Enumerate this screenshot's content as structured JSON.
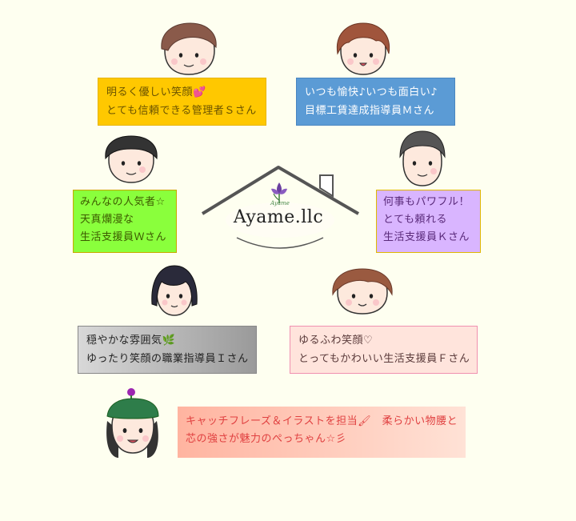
{
  "logo": {
    "name": "Ayame.llc",
    "tagline": "Ayame"
  },
  "cards": {
    "s": {
      "line1": "明るく優しい笑顔💕",
      "line2": "とても信頼できる管理者Ｓさん"
    },
    "m": {
      "line1": "いつも愉快♪いつも面白い♪",
      "line2": "目標工賃達成指導員Ｍさん"
    },
    "w": {
      "line1": "みんなの人気者☆",
      "line2": "天真爛漫な",
      "line3": "生活支援員Ｗさん"
    },
    "k": {
      "line1": "何事もパワフル！",
      "line2": "とても頼れる",
      "line3": "生活支援員Ｋさん"
    },
    "i": {
      "line1": "穏やかな雰囲気🌿",
      "line2": "ゆったり笑顔の職業指導員Ｉさん"
    },
    "f": {
      "line1": "ゆるふわ笑顔♡",
      "line2": "とってもかわいい生活支援員Ｆさん"
    },
    "p": {
      "line1": "キャッチフレーズ＆イラストを担当🖌　柔らかい物腰と",
      "line2": "芯の強さが魅力のぺっちゃん☆彡"
    }
  },
  "colors": {
    "background": "#fefff0",
    "card_s": "#ffc800",
    "card_m": "#5b9bd5",
    "card_w": "#8aff3c",
    "card_k": "#d9b5ff",
    "card_f": "#ffe4dc",
    "card_p": "#ffb4a0"
  },
  "icons": [
    "face-s-icon",
    "face-m-icon",
    "face-w-icon",
    "face-k-icon",
    "face-i-icon",
    "face-f-icon",
    "face-p-icon",
    "house-logo-icon",
    "iris-flower-icon"
  ]
}
